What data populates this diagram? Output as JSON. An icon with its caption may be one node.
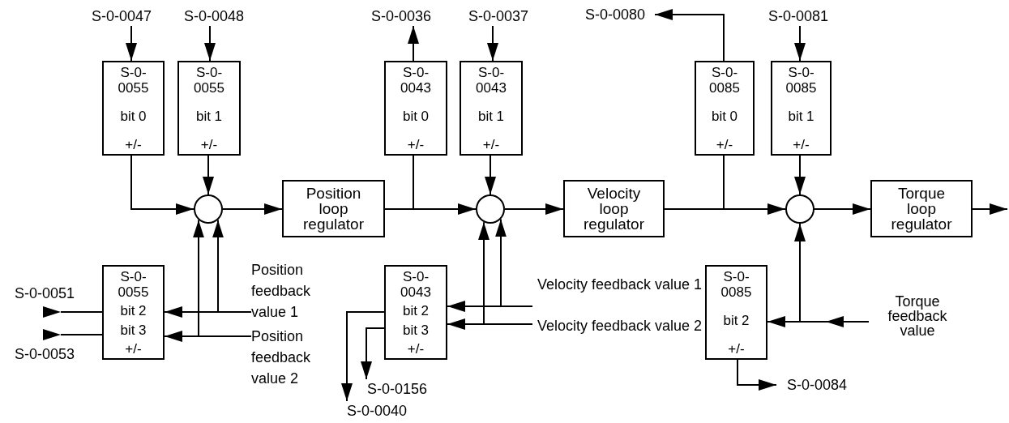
{
  "diagram": {
    "nodes": [
      {
        "text": [
          "S-0-0047"
        ]
      },
      {
        "text": [
          "S-0-0048"
        ]
      },
      {
        "text": [
          "S-0-0036"
        ]
      },
      {
        "text": [
          "S-0-0037"
        ]
      },
      {
        "text": [
          "S-0-0080"
        ]
      },
      {
        "text": [
          "S-0-0081"
        ]
      },
      {
        "text": [
          "S-0- 0055",
          "bit 0",
          "+/-"
        ]
      },
      {
        "text": [
          "S-0- 0055",
          "bit 1",
          "+/-"
        ]
      },
      {
        "text": [
          "S-0- 0043",
          "bit 0",
          "+/-"
        ]
      },
      {
        "text": [
          "S-0- 0043",
          "bit 1",
          "+/-"
        ]
      },
      {
        "text": [
          "S-0- 0085",
          "bit 0",
          "+/-"
        ]
      },
      {
        "text": [
          "S-0- 0085",
          "bit 1",
          "+/-"
        ]
      },
      {
        "text": [],
        "shape": "circle"
      },
      {
        "text": [
          "Position loop regulator"
        ]
      },
      {
        "text": [],
        "shape": "circle"
      },
      {
        "text": [
          "Velocity loop regulator"
        ]
      },
      {
        "text": [],
        "shape": "circle"
      },
      {
        "text": [
          "Torque loop regulator"
        ]
      },
      {
        "text": [
          "Position feedback value 1"
        ]
      },
      {
        "text": [
          "S-0-0051"
        ]
      },
      {
        "text": [
          "S-0- 0055",
          "bit 2",
          "bit 3",
          "+/-"
        ]
      },
      {
        "text": [
          "S-0- 0043",
          "bit 2",
          "bit 3",
          "+/-"
        ]
      },
      {
        "text": [
          "S-0- 0085",
          "bit 2",
          "+/-"
        ]
      },
      {
        "text": [
          "Velocity feedback value 1"
        ]
      },
      {
        "text": [
          "Velocity feedback value 2"
        ]
      },
      {
        "text": [
          "Torque feedback value"
        ]
      },
      {
        "text": [
          "Position feedback value 2"
        ]
      },
      {
        "text": [
          "S-0-0053"
        ]
      },
      {
        "text": [
          "S-0-0084"
        ]
      },
      {
        "text": [
          "S-0-0156"
        ]
      },
      {
        "text": [
          "S-0-0040"
        ]
      }
    ],
    "edges": [
      {
        "from": 0,
        "to": 6,
        "arrow": "to"
      },
      {
        "from": 1,
        "to": 7,
        "arrow": "to"
      },
      {
        "from": 6,
        "to": 12,
        "arrow": "to"
      },
      {
        "from": 7,
        "to": 12,
        "arrow": "to"
      },
      {
        "from": 12,
        "to": 13,
        "arrow": "to"
      },
      {
        "from": 13,
        "to": 14,
        "arrow": "to"
      },
      {
        "from": 13,
        "to": 8,
        "arrow": "none"
      },
      {
        "from": 8,
        "to": 2,
        "arrow": "to"
      },
      {
        "from": 3,
        "to": 9,
        "arrow": "to"
      },
      {
        "from": 9,
        "to": 14,
        "arrow": "to"
      },
      {
        "from": 14,
        "to": 15,
        "arrow": "to"
      },
      {
        "from": 15,
        "to": 16,
        "arrow": "to"
      },
      {
        "from": 15,
        "to": 10,
        "arrow": "none"
      },
      {
        "from": 10,
        "to": 4,
        "arrow": "to"
      },
      {
        "from": 5,
        "to": 11,
        "arrow": "to"
      },
      {
        "from": 11,
        "to": 16,
        "arrow": "to"
      },
      {
        "from": 16,
        "to": 17,
        "arrow": "to"
      },
      {
        "from": 17,
        "to": null,
        "arrow": "to"
      },
      {
        "from": 18,
        "to": 20,
        "arrow": "to"
      },
      {
        "from": 18,
        "to": 12,
        "arrow": "to"
      },
      {
        "from": 26,
        "to": 20,
        "arrow": "to"
      },
      {
        "from": 26,
        "to": 12,
        "arrow": "to"
      },
      {
        "from": 20,
        "to": 19,
        "arrow": "to"
      },
      {
        "from": 20,
        "to": 27,
        "arrow": "to"
      },
      {
        "from": 23,
        "to": 21,
        "arrow": "to"
      },
      {
        "from": 23,
        "to": 14,
        "arrow": "to"
      },
      {
        "from": 24,
        "to": 21,
        "arrow": "to"
      },
      {
        "from": 24,
        "to": 14,
        "arrow": "to"
      },
      {
        "from": 21,
        "to": 30,
        "arrow": "to"
      },
      {
        "from": 21,
        "to": 29,
        "arrow": "to"
      },
      {
        "from": 25,
        "to": 22,
        "arrow": "to"
      },
      {
        "from": 25,
        "to": 16,
        "arrow": "to"
      },
      {
        "from": 22,
        "to": 28,
        "arrow": "to"
      }
    ]
  }
}
